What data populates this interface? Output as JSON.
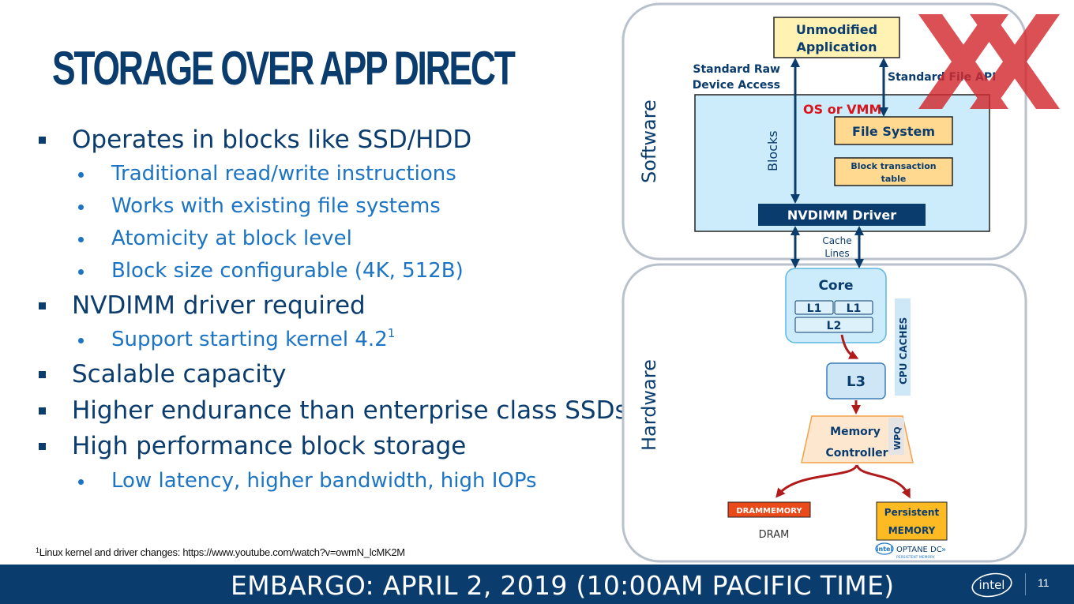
{
  "title": "STORAGE OVER APP DIRECT",
  "bullets": [
    {
      "level": 1,
      "text": "Operates in blocks like SSD/HDD"
    },
    {
      "level": 2,
      "text": "Traditional read/write instructions"
    },
    {
      "level": 2,
      "text": "Works with existing file systems"
    },
    {
      "level": 2,
      "text": "Atomicity at block level"
    },
    {
      "level": 2,
      "text": "Block size configurable (4K, 512B)"
    },
    {
      "level": 1,
      "text": "NVDIMM driver required"
    },
    {
      "level": 2,
      "text": "Support starting kernel 4.2",
      "sup": "1"
    },
    {
      "level": 1,
      "text": "Scalable capacity"
    },
    {
      "level": 1,
      "text": "Higher endurance than enterprise class SSDs"
    },
    {
      "level": 1,
      "text": "High performance block storage"
    },
    {
      "level": 2,
      "text": "Low latency, higher bandwidth, high IOPs"
    }
  ],
  "footnote": {
    "sup": "1",
    "text": "Linux kernel and driver changes: https://www.youtube.com/watch?v=owmN_lcMK2M"
  },
  "footer": {
    "embargo": "EMBARGO: APRIL 2, 2019 (10:00AM PACIFIC TIME)",
    "page": "11",
    "logo": "intel"
  },
  "diagram": {
    "software_label": "Software",
    "hardware_label": "Hardware",
    "app": [
      "Unmodified",
      "Application"
    ],
    "std_raw": [
      "Standard Raw",
      "Device Access"
    ],
    "std_file": "Standard File API",
    "os": "OS or VMM",
    "file_system": "File System",
    "blocks": "Blocks",
    "btt": [
      "Block transaction",
      "table"
    ],
    "driver": "NVDIMM Driver",
    "cache_lines": [
      "Cache",
      "Lines"
    ],
    "core": "Core",
    "l1a": "L1",
    "l1b": "L1",
    "l2": "L2",
    "cpu_caches": "CPU CACHES",
    "l3": "L3",
    "mc": [
      "Memory",
      "Controller"
    ],
    "wpq": "WPQ",
    "dram_box": "DRAMMEMORY",
    "dram_label": "DRAM",
    "persistent": [
      "Persistent",
      "MEMORY"
    ],
    "optane_brand": "intel",
    "optane_name": "OPTANE DC",
    "optane_sub": "PERSISTENT MEMORY",
    "overlay_mark": "XX"
  },
  "colors": {
    "navy": "#0b3c6e",
    "blue": "#1c74c4",
    "red": "#d9141b",
    "yellow_fill": "#fff2b3",
    "orange_fill": "#ffd98f",
    "light_blue_fill": "#ccecfc",
    "dark_red_arrow": "#b01a1a"
  }
}
